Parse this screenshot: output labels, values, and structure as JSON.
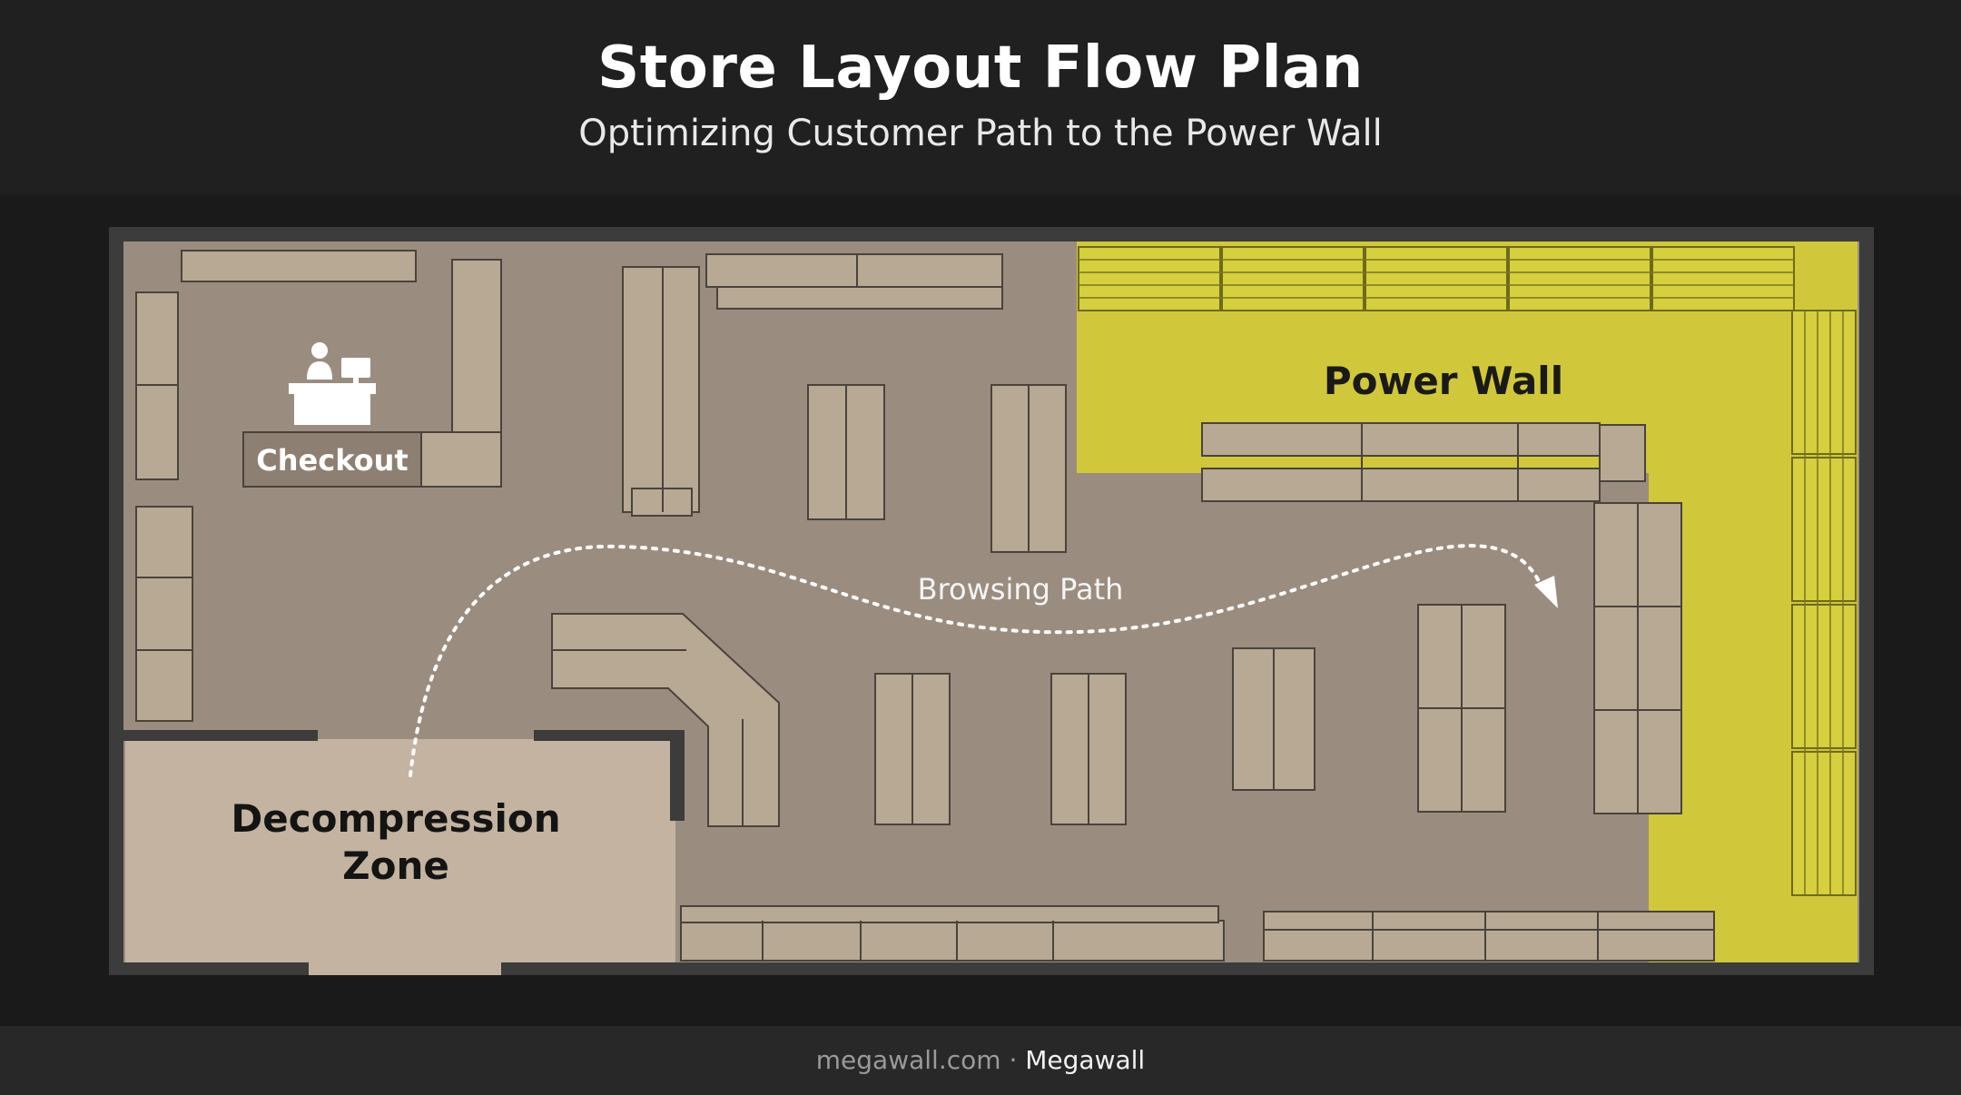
{
  "header": {
    "title": "Store Layout Flow Plan",
    "subtitle": "Optimizing Customer Path to the Power Wall"
  },
  "zones": {
    "power_wall": "Power Wall",
    "checkout": "Checkout",
    "decompression_line1": "Decompression",
    "decompression_line2": "Zone",
    "browsing_path": "Browsing Path"
  },
  "footer": {
    "domain": "megawall.com",
    "separator": "·",
    "brand": "Megawall"
  },
  "colors": {
    "power_wall": "#d0c83a",
    "floor": "#9a8d80",
    "decompression": "#c3b3a0",
    "fixture": "#b7a994",
    "wall": "#3c3c3c"
  }
}
